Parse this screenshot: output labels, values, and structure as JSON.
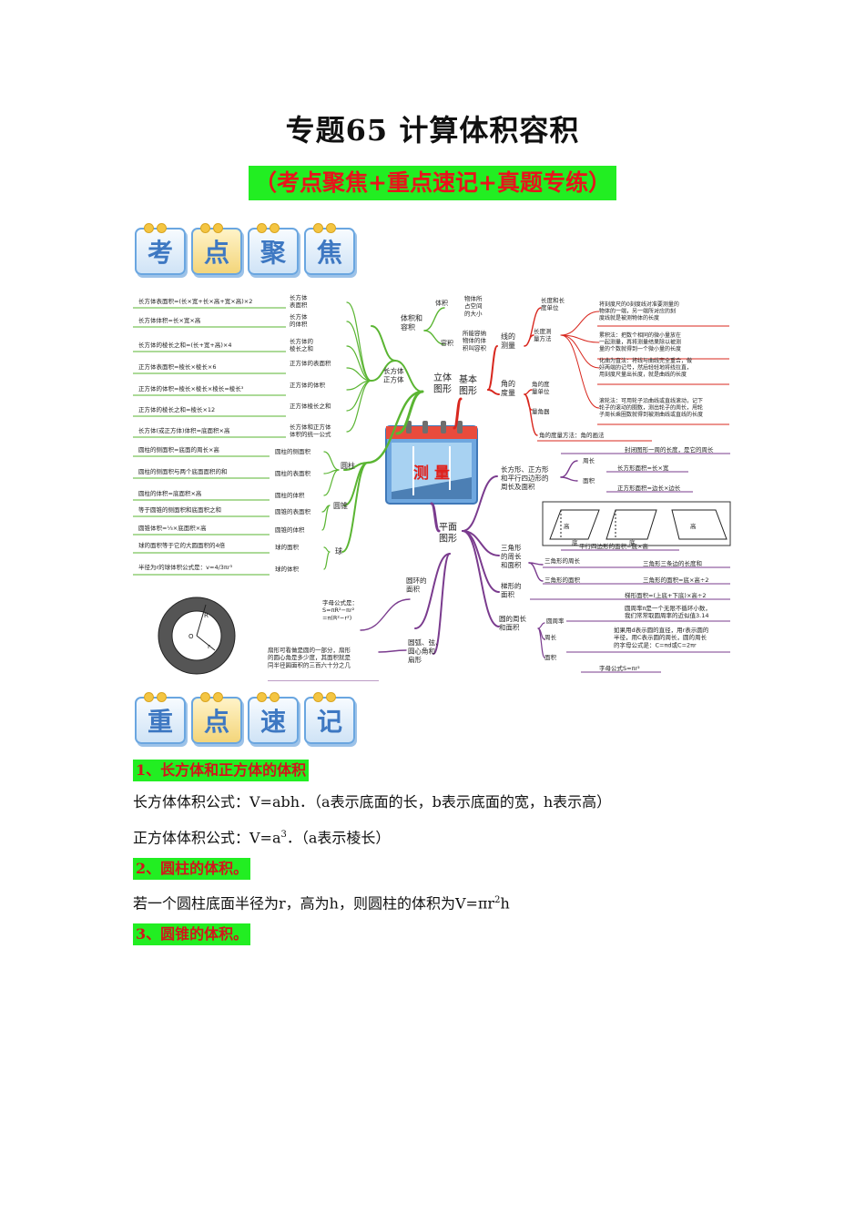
{
  "doc": {
    "title": "专题65  计算体积容积",
    "subtitle": "（考点聚焦+重点速记+真题专练）"
  },
  "banner1": {
    "chars": [
      "考",
      "点",
      "聚",
      "焦"
    ]
  },
  "banner2": {
    "chars": [
      "重",
      "点",
      "速",
      "记"
    ]
  },
  "mindmap": {
    "center_label": "测  量",
    "solid": {
      "branch": "立体\n图形",
      "vol_cap": "体积和\n容积",
      "tiji": "体积",
      "tiji_desc": "物体所\n占空间\n的大小",
      "rongji": "容积",
      "rongji_desc": "所能容纳\n物体的体\n积叫容积",
      "cuboid": "长方体\n正方体",
      "cuboid_items": [
        {
          "formula": "长方体表面积=(长×宽+长×高+宽×高)×2",
          "label": "长方体\n表面积"
        },
        {
          "formula": "长方体体积=长×宽×高",
          "label": "长方体\n的体积"
        },
        {
          "formula": "长方体的棱长之和=(长+宽+高)×4",
          "label": "长方体的\n棱长之和"
        },
        {
          "formula": "正方体表面积=棱长×棱长×6",
          "label": "正方体的表面积"
        },
        {
          "formula": "正方体的体积=棱长×棱长×棱长=棱长³",
          "label": "正方体的体积"
        },
        {
          "formula": "正方体的棱长之和=棱长×12",
          "label": "正方体棱长之和"
        },
        {
          "formula": "长方体(或正方体)体积=底面积×高",
          "label": "长方体和正方体\n体积的统一公式"
        }
      ],
      "cylinder": "圆柱",
      "cylinder_items": [
        {
          "formula": "圆柱的侧面积=底面的周长×高",
          "label": "圆柱的侧面积"
        },
        {
          "formula": "圆柱的侧面积与两个底面面积的和",
          "label": "圆柱的表面积"
        },
        {
          "formula": "圆柱的体积=底面积×高",
          "label": "圆柱的体积"
        }
      ],
      "cone": "圆锥",
      "cone_items": [
        {
          "formula": "等于圆锥的侧面积和底面积之和",
          "label": "圆锥的表面积"
        },
        {
          "formula": "圆锥体积=⅓×底面积×高",
          "label": "圆锥的体积"
        }
      ],
      "sphere": "球",
      "sphere_items": [
        {
          "formula": "球的面积等于它的大圆面积的4倍",
          "label": "球的面积"
        },
        {
          "formula": "半径为r的球体积公式是：v=4/3πr³",
          "label": "球的体积"
        }
      ]
    },
    "basic": {
      "branch": "基本\n图形",
      "line": "线的\n测量",
      "line_items": [
        "长度和长\n度单位",
        "长度测\n量方法"
      ],
      "line_desc": [
        "将刻度尺的0刻度线对准要测量的\n物体的一端，另一端所对应的刻\n度线就是被测物体的长度",
        "累积法：把数个相同的微小量放在\n一起测量，再将测量结果除以被测\n量的个数就得到一个微小量的长度",
        "化曲为直法：将线与曲线完全重合，做\n好两端的记号，然后轻轻地将线拉直，\n用刻度尺量出长度，就是曲线的长度",
        "滚轮法：可用轮子沿曲线或直线滚动，记下\n轮子的滚动的圈数，测出轮子的周长，用轮\n子周长乘圈数就得到被测曲线或直线的长度"
      ],
      "angle": "角的\n度量",
      "angle_items": [
        "角的度\n量单位",
        "量角器"
      ],
      "angle_method": "角的度量方法：角的画法"
    },
    "plane": {
      "branch": "平面\n图形",
      "rect": "长方形、正方形\n和平行四边形的\n周长及面积",
      "rect_items": [
        "周长",
        "面积"
      ],
      "rect_desc": [
        "封闭图形一周的长度，是它的周长",
        "长方形面积=长×宽",
        "正方形面积=边长×边长",
        "平行四边形的面积=底×高"
      ],
      "para_labels": [
        "高",
        "底"
      ],
      "tri": "三角形\n的周长\n和面积",
      "tri_items": [
        "三角形的周长",
        "三角形的面积"
      ],
      "tri_desc": [
        "三角形三条边的长度和",
        "三角形的面积=底×高÷2"
      ],
      "trap": "梯形的\n面积",
      "trap_desc": "梯形面积=(上底+下底)×高÷2",
      "circle": "圆的周长\n和面积",
      "circle_items": [
        "圆周率",
        "周长",
        "面积"
      ],
      "circle_desc": [
        "圆周率π是一个无限不循环小数，\n我们常常取圆周率的近似值3.14",
        "如果用d表示圆的直径，用r表示圆的\n半径，用C表示圆的周长，圆的周长\n的字母公式是：C=πd或C=2πr",
        "字母公式S=πr²"
      ],
      "ring": "圆环的\n面积",
      "ring_desc": "字母公式是：\nS=πR²−πr²\n=π(R²−r²)",
      "ring_labels": [
        "R",
        "O",
        "r"
      ],
      "sector": "圆弧、弦、\n圆心角和\n扇形",
      "sector_desc": "扇形可看做是圆的一部分，扇形\n的圆心角是多少度，其面积就是\n同半径圆面积的三百六十分之几"
    }
  },
  "notes": {
    "s1": "1、长方体和正方体的体积",
    "l1": "长方体体积公式：V=abh．（a表示底面的长，b表示底面的宽，h表示高）",
    "l2a": "正方体体积公式：V=a",
    "l2sup": "3",
    "l2b": "．（a表示棱长）",
    "s2": "2、圆柱的体积。",
    "l3a": "若一个圆柱底面半径为r，高为h，则圆柱的体积为V=πr",
    "l3sup": "2",
    "l3b": "h",
    "s3": "3、圆锥的体积。"
  },
  "colors": {
    "green": "#5ab532",
    "red": "#d8271e",
    "purple": "#7a3b8e",
    "highlight": "#22ee22",
    "section_text": "#d4141b"
  }
}
